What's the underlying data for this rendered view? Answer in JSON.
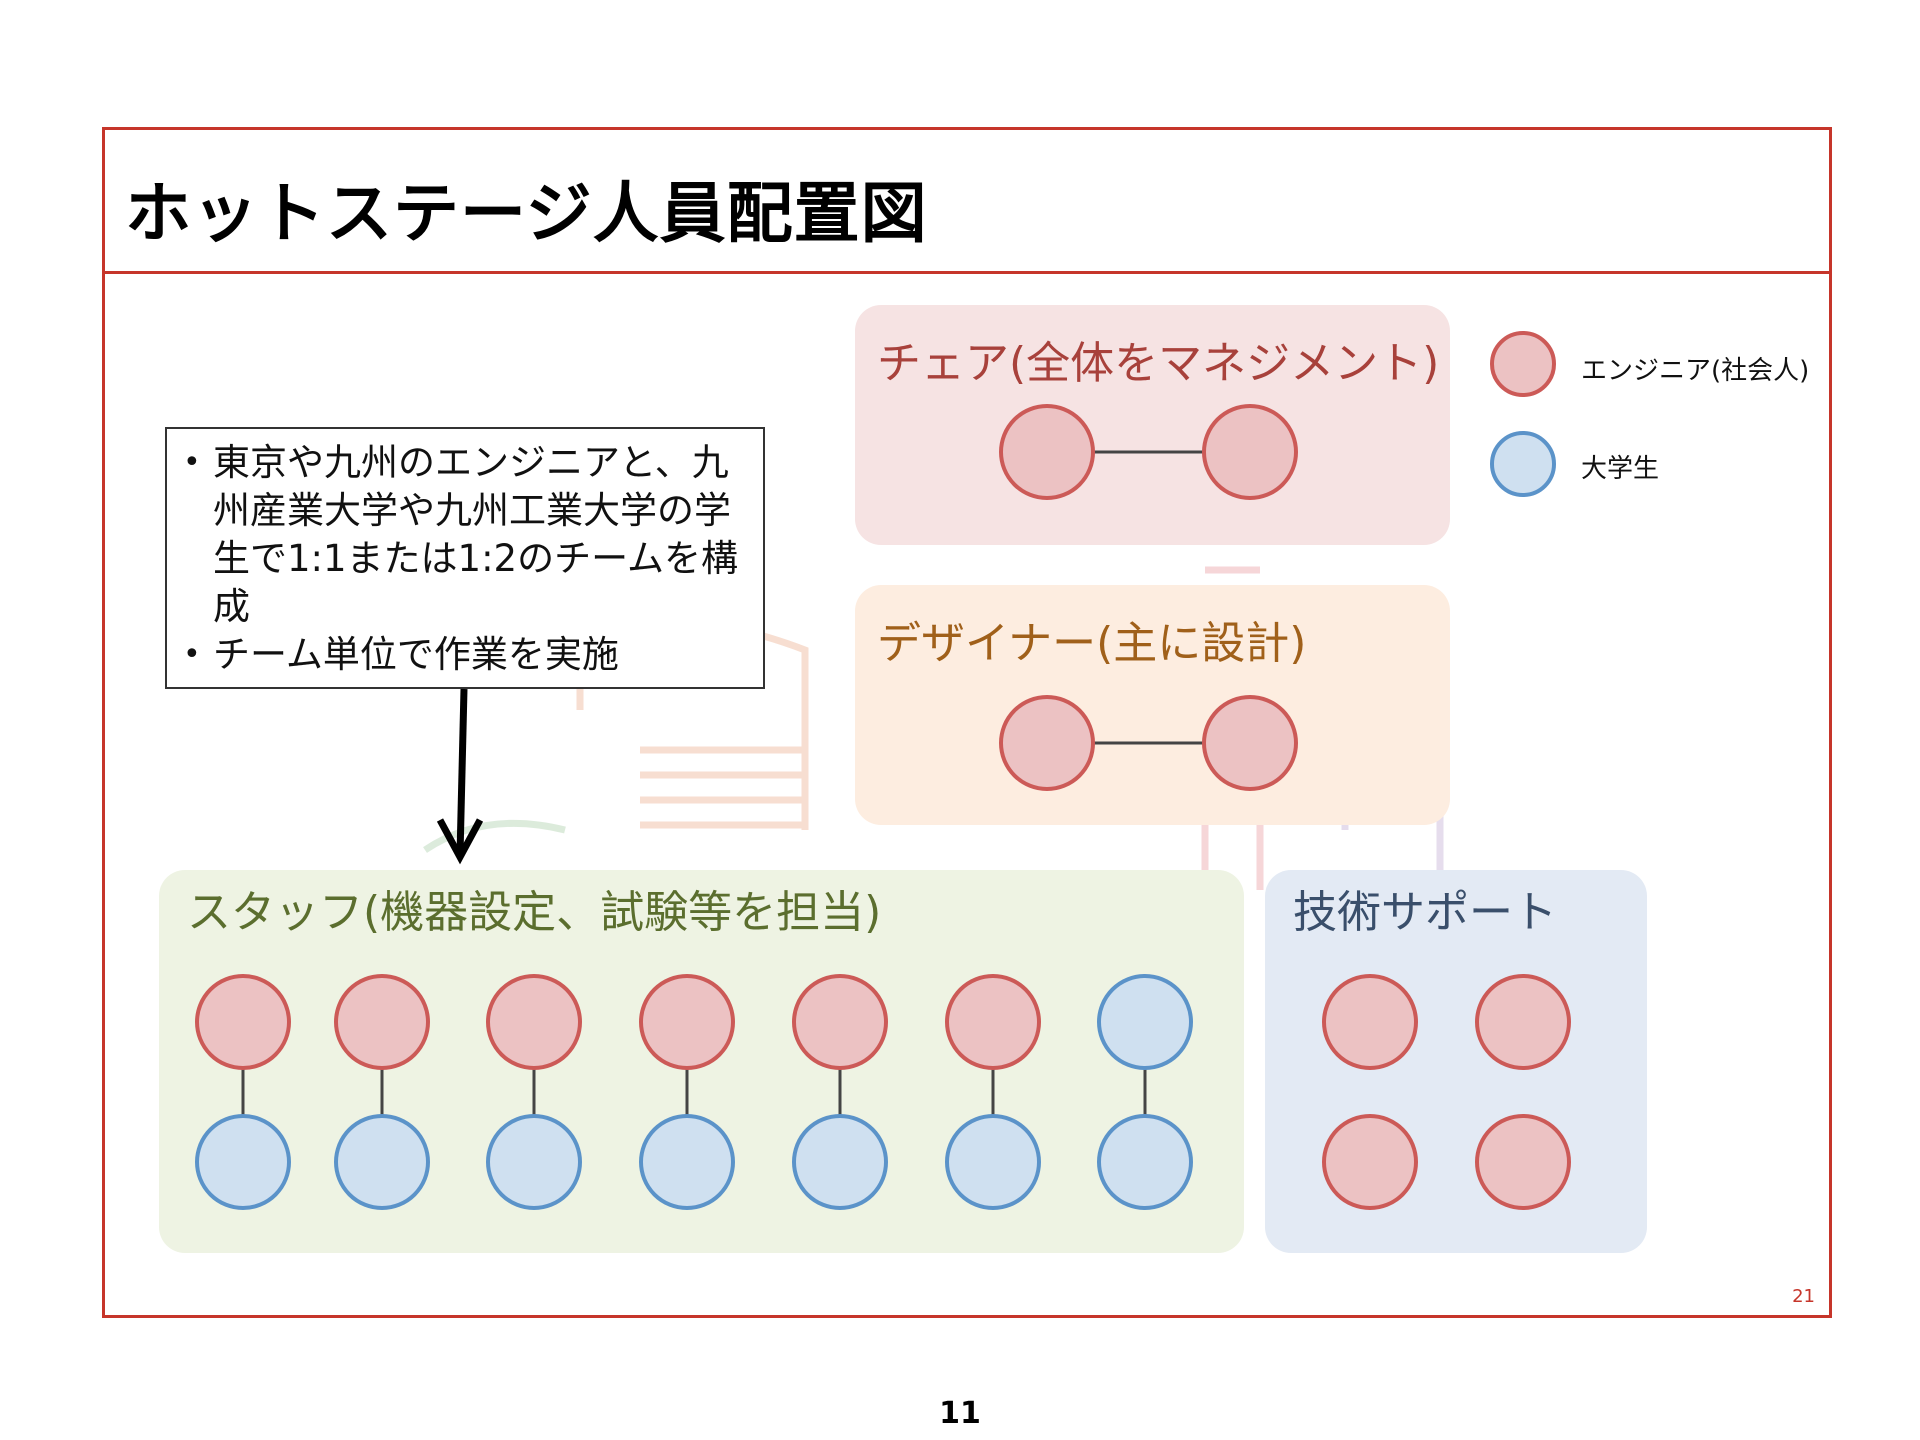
{
  "slide": {
    "title": "ホットステージ人員配置図",
    "inner_page_number": "21",
    "outer_page_number": "11"
  },
  "note": {
    "items": [
      "東京や九州のエンジニアと、九州産業大学や九州工業大学の学生で1:1または1:2のチームを構成",
      "チーム単位で作業を実施"
    ]
  },
  "legend": {
    "engineer_label": "エンジニア(社会人)",
    "student_label": "大学生"
  },
  "groups": {
    "chair": {
      "label": "チェア(全体をマネジメント)",
      "members": [
        "engineer",
        "engineer"
      ]
    },
    "designer": {
      "label": "デザイナー(主に設計)",
      "members": [
        "engineer",
        "engineer"
      ]
    },
    "staff": {
      "label": "スタッフ(機器設定、試験等を担当)",
      "pairs": [
        [
          "engineer",
          "student"
        ],
        [
          "engineer",
          "student"
        ],
        [
          "engineer",
          "student"
        ],
        [
          "engineer",
          "student"
        ],
        [
          "engineer",
          "student"
        ],
        [
          "engineer",
          "student"
        ],
        [
          "student",
          "student"
        ]
      ]
    },
    "support": {
      "label": "技術サポート",
      "members": [
        "engineer",
        "engineer",
        "engineer",
        "engineer"
      ]
    }
  },
  "colors": {
    "frame": "#c6352a",
    "engineer_fill": "#ecc2c3",
    "engineer_stroke": "#cc5a57",
    "student_fill": "#cfe0f0",
    "student_stroke": "#5b93c9",
    "chair_bg": "#f6e3e3",
    "chair_text": "#a8413b",
    "designer_bg": "#fdede0",
    "designer_text": "#a0601a",
    "staff_bg": "#eef3e3",
    "staff_text": "#5b6e2e",
    "support_bg": "#e3eaf4",
    "support_text": "#3a4f6b"
  }
}
